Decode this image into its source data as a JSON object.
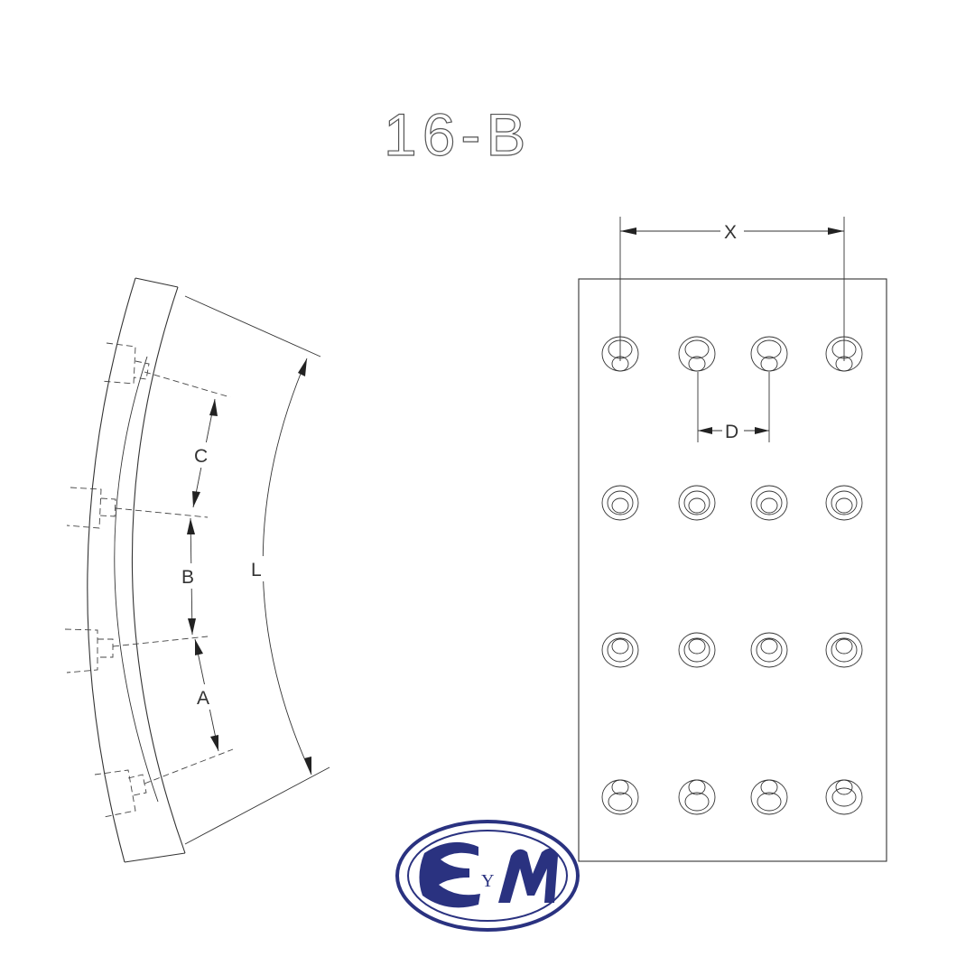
{
  "title": "16-B",
  "side_view": {
    "labels": {
      "a": "A",
      "b": "B",
      "c": "C",
      "l": "L"
    }
  },
  "face_view": {
    "labels": {
      "x": "X",
      "d": "D"
    },
    "rivet_rows": 4,
    "rivet_cols": 4
  },
  "logo": {
    "letter": "Y"
  },
  "colors": {
    "line": "#333333",
    "logo": "#2a3280"
  }
}
